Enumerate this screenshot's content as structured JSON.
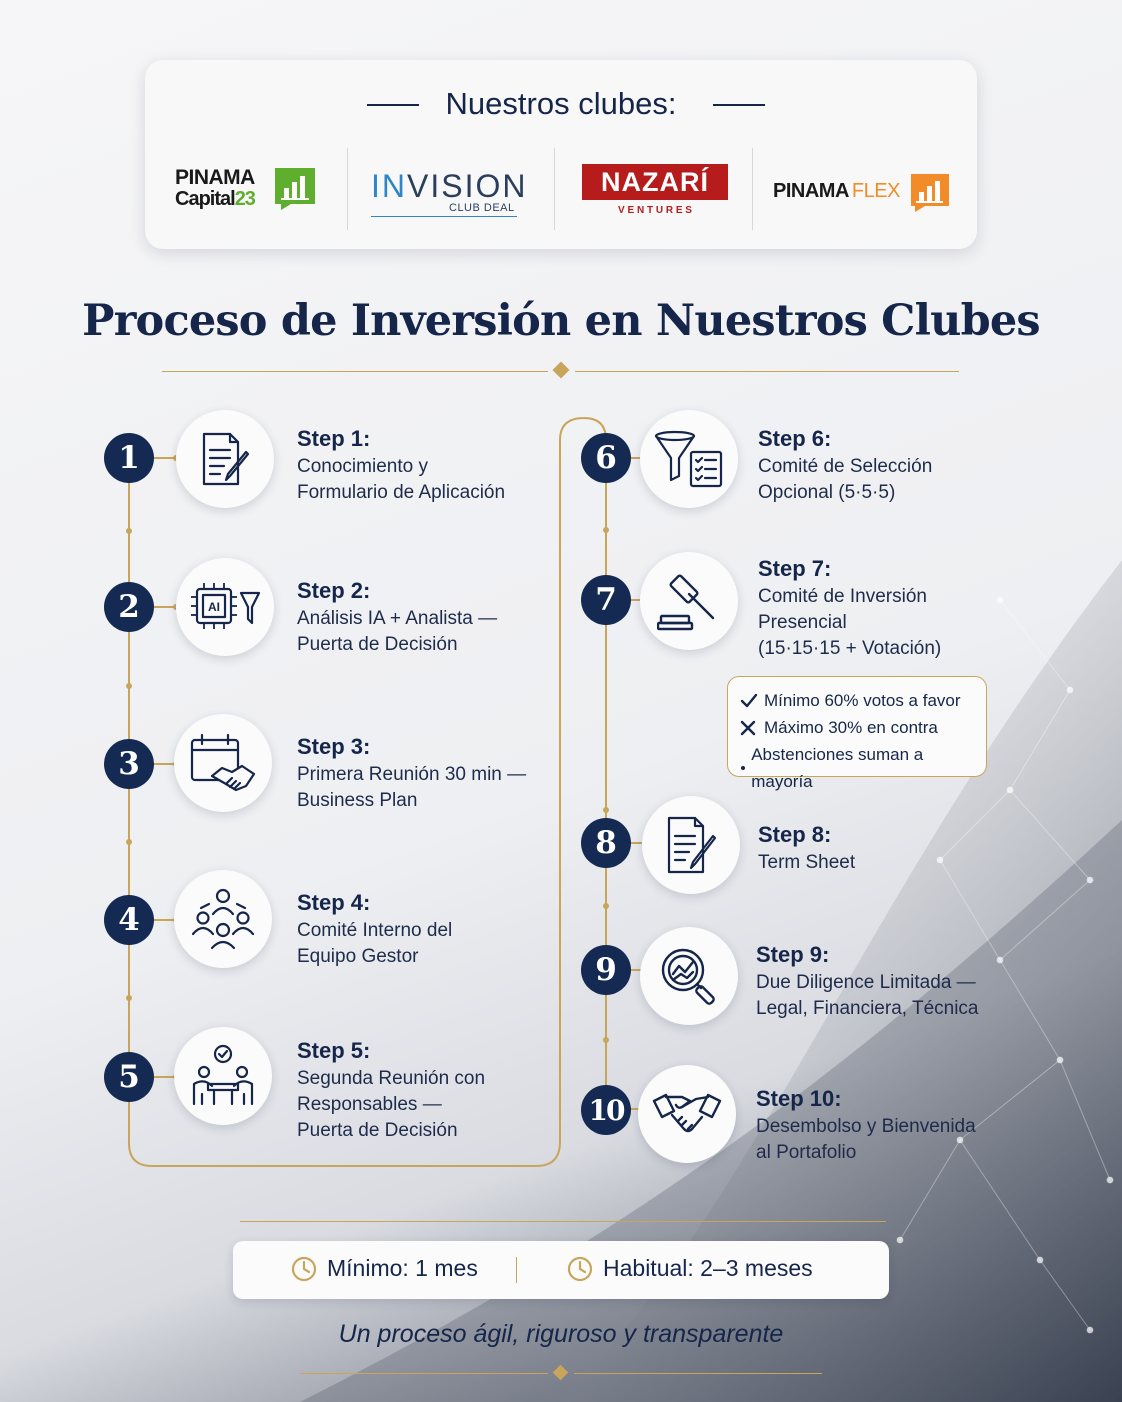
{
  "clubs": {
    "title": "Nuestros clubes:",
    "logos": [
      {
        "line1": "PINAMA",
        "line2": "Capital",
        "line2_num": "23",
        "accent": "#5fae2e",
        "icon": "bar-chart-icon"
      },
      {
        "brand_a": "IN",
        "brand_b": "VISION",
        "sub": "CLUB DEAL",
        "accent": "#2c86c8"
      },
      {
        "brand": "NAZARÍ",
        "sub": "V E N T U R E S",
        "accent": "#b71c1c"
      },
      {
        "part1": "PINAMA",
        "part2": "FLEX",
        "accent": "#f28c28",
        "icon": "bar-chart-icon"
      }
    ]
  },
  "title": "Proceso de Inversión en Nuestros Clubes",
  "colors": {
    "navy": "#142a52",
    "gold": "#c9a55c"
  },
  "steps": [
    {
      "num": "1",
      "title": "Step 1:",
      "lines": [
        "Conocimiento y",
        "Formulario de Aplicación"
      ],
      "icon": "application-form-icon"
    },
    {
      "num": "2",
      "title": "Step 2:",
      "lines": [
        "Análisis IA + Analista —",
        "Puerta de Decisión"
      ],
      "icon": "ai-chip-funnel-icon"
    },
    {
      "num": "3",
      "title": "Step 3:",
      "lines": [
        "Primera Reunión 30 min —",
        "Business Plan"
      ],
      "icon": "calendar-handshake-icon"
    },
    {
      "num": "4",
      "title": "Step 4:",
      "lines": [
        "Comité Interno del",
        "Equipo Gestor"
      ],
      "icon": "team-committee-icon"
    },
    {
      "num": "5",
      "title": "Step 5:",
      "lines": [
        "Segunda Reunión con",
        "Responsables —",
        "Puerta de Decisión"
      ],
      "icon": "meeting-table-icon"
    },
    {
      "num": "6",
      "title": "Step 6:",
      "lines": [
        "Comité de Selección",
        "Opcional (5·5·5)"
      ],
      "icon": "funnel-checklist-icon"
    },
    {
      "num": "7",
      "title": "Step 7:",
      "lines": [
        "Comité de Inversión",
        "Presencial",
        "(15·15·15 + Votación)"
      ],
      "icon": "gavel-icon"
    },
    {
      "num": "8",
      "title": "Step 8:",
      "lines": [
        "Term Sheet"
      ],
      "icon": "term-sheet-icon"
    },
    {
      "num": "9",
      "title": "Step 9:",
      "lines": [
        "Due Diligence Limitada —",
        "Legal, Financiera, Técnica"
      ],
      "icon": "magnifier-chart-icon"
    },
    {
      "num": "10",
      "title": "Step 10:",
      "lines": [
        "Desembolso y Bienvenida",
        "al Portafolio"
      ],
      "icon": "handshake-icon"
    }
  ],
  "vote_rules": [
    {
      "mark": "check",
      "text": "Mínimo 60% votos a favor"
    },
    {
      "mark": "cross",
      "text": "Máximo 30% en contra"
    },
    {
      "mark": "dot",
      "text": "Abstenciones suman a mayoría"
    }
  ],
  "timing": {
    "min": "Mínimo: 1 mes",
    "usual": "Habitual: 2–3 meses"
  },
  "tagline": "Un proceso ágil, riguroso y transparente"
}
